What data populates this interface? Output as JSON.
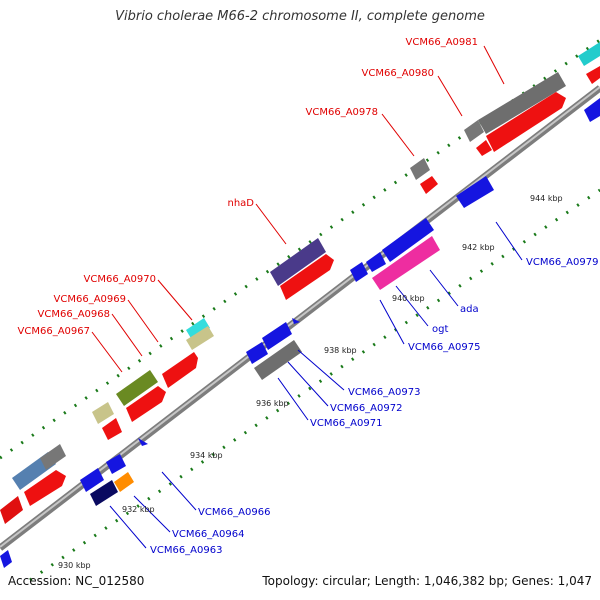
{
  "title": "Vibrio cholerae M66-2 chromosome II, complete genome",
  "footer": {
    "accession": "Accession: NC_012580",
    "summary": "Topology: circular; Length: 1,046,382 bp; Genes: 1,047"
  },
  "colors": {
    "forward_label": "#e00000",
    "reverse_label": "#0000cc",
    "backbone": "#888888",
    "tick": "#1a7a1a"
  },
  "ticks": [
    "930 kbp",
    "932 kbp",
    "934 kbp",
    "936 kbp",
    "938 kbp",
    "940 kbp",
    "942 kbp",
    "944 kbp"
  ],
  "labels": [
    {
      "text": "VCM66_A0981",
      "strand": "forward"
    },
    {
      "text": "VCM66_A0980",
      "strand": "forward"
    },
    {
      "text": "VCM66_A0978",
      "strand": "forward"
    },
    {
      "text": "nhaD",
      "strand": "forward"
    },
    {
      "text": "VCM66_A0970",
      "strand": "forward"
    },
    {
      "text": "VCM66_A0969",
      "strand": "forward"
    },
    {
      "text": "VCM66_A0968",
      "strand": "forward"
    },
    {
      "text": "VCM66_A0967",
      "strand": "forward"
    },
    {
      "text": "VCM66_A0979",
      "strand": "reverse"
    },
    {
      "text": "ada",
      "strand": "reverse"
    },
    {
      "text": "ogt",
      "strand": "reverse"
    },
    {
      "text": "VCM66_A0975",
      "strand": "reverse"
    },
    {
      "text": "VCM66_A0973",
      "strand": "reverse"
    },
    {
      "text": "VCM66_A0972",
      "strand": "reverse"
    },
    {
      "text": "VCM66_A0971",
      "strand": "reverse"
    },
    {
      "text": "VCM66_A0966",
      "strand": "reverse"
    },
    {
      "text": "VCM66_A0964",
      "strand": "reverse"
    },
    {
      "text": "VCM66_A0963",
      "strand": "reverse"
    }
  ]
}
